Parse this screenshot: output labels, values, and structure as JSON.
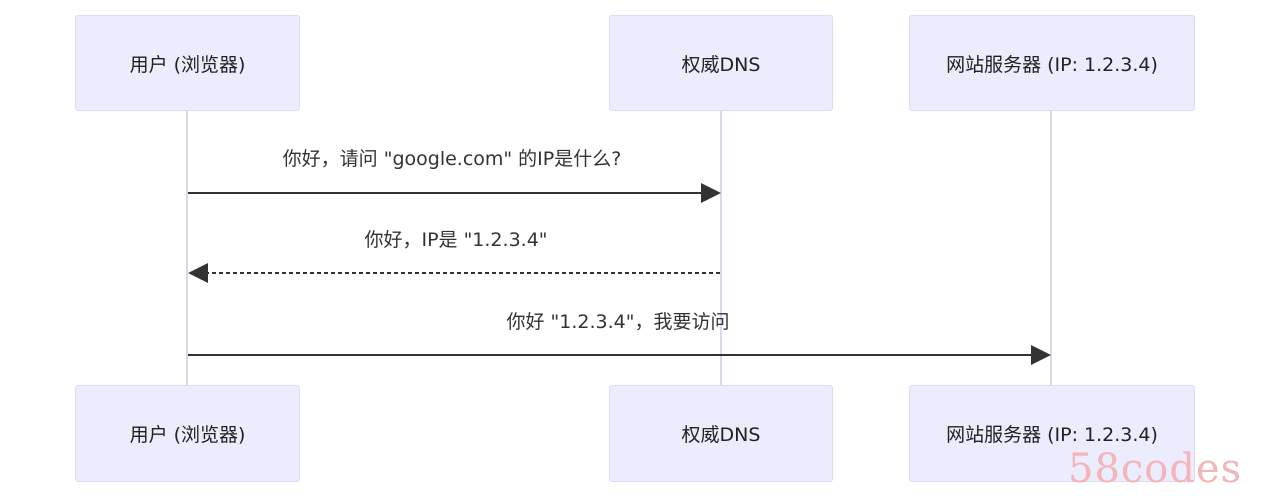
{
  "actors": [
    {
      "label": "用户 (浏览器)"
    },
    {
      "label": "权威DNS"
    },
    {
      "label": "网站服务器 (IP: 1.2.3.4)"
    }
  ],
  "messages": [
    {
      "label": "你好，请问 \"google.com\" 的IP是什么?",
      "from": 0,
      "to": 1,
      "style": "solid"
    },
    {
      "label": "你好，IP是 \"1.2.3.4\"",
      "from": 1,
      "to": 0,
      "style": "dashed"
    },
    {
      "label": "你好 \"1.2.3.4\"，我要访问",
      "from": 0,
      "to": 2,
      "style": "solid"
    }
  ],
  "watermark": "58codes",
  "colors": {
    "actor_fill": "#ECECFF",
    "line": "#333333",
    "lifeline": "#D8D8EE"
  }
}
